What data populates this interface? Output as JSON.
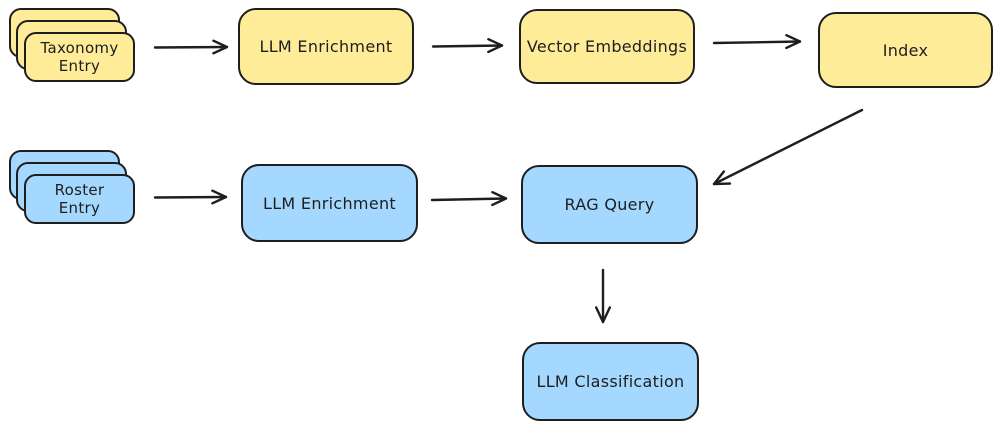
{
  "colors": {
    "yellow_fill": "#ffec99",
    "blue_fill": "#a5d8ff",
    "stroke": "#1e1e1e",
    "background": "#ffffff"
  },
  "nodes": {
    "taxonomy_entry": {
      "label": "Taxonomy Entry",
      "shape": "stacked-cards",
      "color": "yellow"
    },
    "llm_enrichment_top": {
      "label": "LLM Enrichment",
      "shape": "rounded-rect",
      "color": "yellow"
    },
    "vector_embeddings": {
      "label": "Vector Embeddings",
      "shape": "rounded-rect",
      "color": "yellow"
    },
    "index": {
      "label": "Index",
      "shape": "rounded-rect",
      "color": "yellow"
    },
    "roster_entry": {
      "label": "Roster Entry",
      "shape": "stacked-cards",
      "color": "blue"
    },
    "llm_enrichment_bottom": {
      "label": "LLM Enrichment",
      "shape": "rounded-rect",
      "color": "blue"
    },
    "rag_query": {
      "label": "RAG Query",
      "shape": "rounded-rect",
      "color": "blue"
    },
    "llm_classification": {
      "label": "LLM Classification",
      "shape": "rounded-rect",
      "color": "blue"
    }
  },
  "edges": [
    {
      "from": "taxonomy_entry",
      "to": "llm_enrichment_top"
    },
    {
      "from": "llm_enrichment_top",
      "to": "vector_embeddings"
    },
    {
      "from": "vector_embeddings",
      "to": "index"
    },
    {
      "from": "roster_entry",
      "to": "llm_enrichment_bottom"
    },
    {
      "from": "llm_enrichment_bottom",
      "to": "rag_query"
    },
    {
      "from": "index",
      "to": "rag_query"
    },
    {
      "from": "rag_query",
      "to": "llm_classification"
    }
  ]
}
